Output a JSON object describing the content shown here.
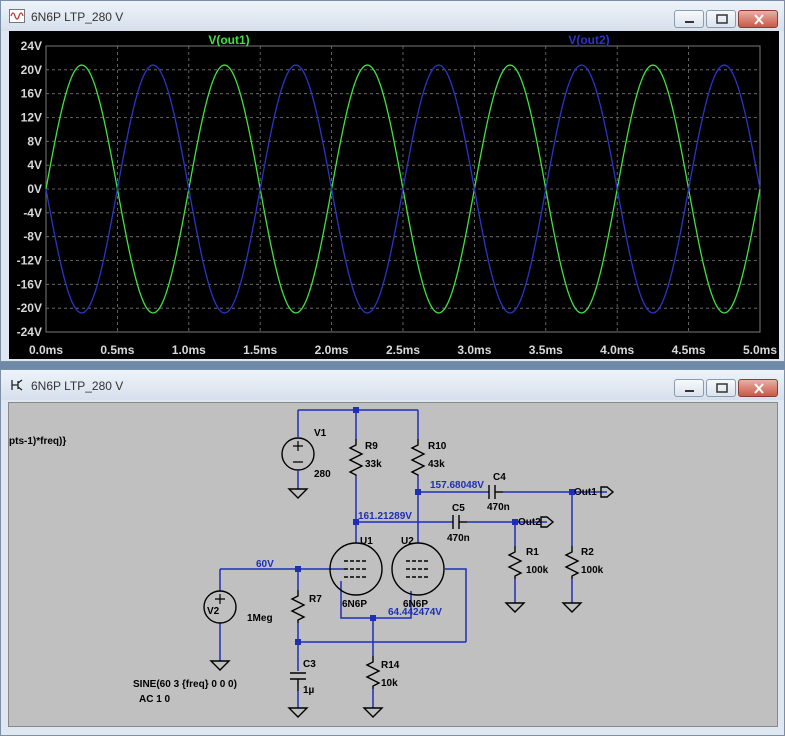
{
  "plot_window": {
    "title": "6N6P LTP_280 V",
    "icon": "waveform-icon"
  },
  "schematic_window": {
    "title": "6N6P LTP_280 V",
    "icon": "schematic-icon"
  },
  "window_controls": [
    "minimize-icon",
    "restore-icon",
    "close-icon"
  ],
  "colors": {
    "plot_bg": "#000000",
    "trace1": "#3ee33e",
    "trace2": "#2a34c8",
    "grid": "#7a7a7a",
    "axis_text": "#d8d8d8",
    "schematic_bg": "#c0c0c0",
    "wire": "#1f2fb5",
    "component": "#000000",
    "node_label": "#1f2fb5"
  },
  "chart_data": {
    "type": "line",
    "title": "",
    "xlabel": "",
    "ylabel": "",
    "xlim": [
      0,
      5
    ],
    "ylim": [
      -24,
      24
    ],
    "x_ticks": [
      "0.0ms",
      "0.5ms",
      "1.0ms",
      "1.5ms",
      "2.0ms",
      "2.5ms",
      "3.0ms",
      "3.5ms",
      "4.0ms",
      "4.5ms",
      "5.0ms"
    ],
    "y_ticks": [
      "24V",
      "20V",
      "16V",
      "12V",
      "8V",
      "4V",
      "0V",
      "-4V",
      "-8V",
      "-12V",
      "-16V",
      "-20V",
      "-24V"
    ],
    "grid": true,
    "legend": "top",
    "series": [
      {
        "name": "V(out1)",
        "waveform": "sine",
        "amplitude": 20.8,
        "frequency_khz": 1,
        "phase_deg": 0,
        "color": "#3ee33e"
      },
      {
        "name": "V(out2)",
        "waveform": "sine",
        "amplitude": 20.8,
        "frequency_khz": 1,
        "phase_deg": 180,
        "color": "#2a34c8"
      }
    ]
  },
  "schematic": {
    "components": {
      "V1": {
        "name": "V1",
        "value": "280"
      },
      "V2": {
        "name": "V2"
      },
      "R9": {
        "name": "R9",
        "value": "33k"
      },
      "R10": {
        "name": "R10",
        "value": "43k"
      },
      "R7": {
        "name": "R7",
        "value": "1Meg"
      },
      "R14": {
        "name": "R14",
        "value": "10k"
      },
      "R1": {
        "name": "R1",
        "value": "100k"
      },
      "R2": {
        "name": "R2",
        "value": "100k"
      },
      "C3": {
        "name": "C3",
        "value": "1µ"
      },
      "C4": {
        "name": "C4",
        "value": "470n"
      },
      "C5": {
        "name": "C5",
        "value": "470n"
      },
      "U1": {
        "name": "U1",
        "value": "6N6P"
      },
      "U2": {
        "name": "U2",
        "value": "6N6P"
      }
    },
    "node_voltages": {
      "anode2": "157.68048V",
      "anode1": "161.21289V",
      "grid_bias": "60V",
      "cathode": "64.442474V"
    },
    "net_labels": {
      "out1": "Out1",
      "out2": "Out2"
    },
    "directives": {
      "param_fragment": "pts-1)*freq)}",
      "v2_sine": "SINE(60 3 {freq} 0 0 0)",
      "v2_ac": "AC 1 0"
    }
  }
}
